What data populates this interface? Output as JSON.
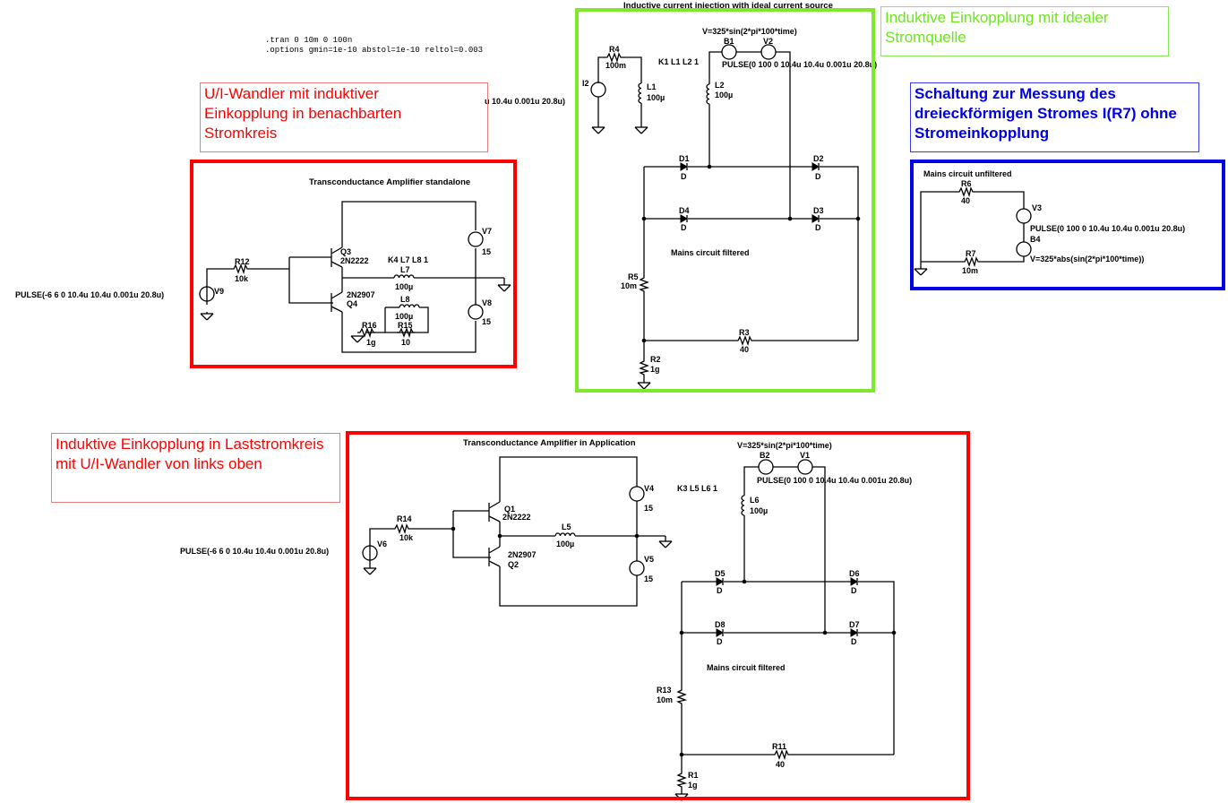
{
  "colors": {
    "red": "#ff0000",
    "green": "#7fe82a",
    "blue": "#0000e6",
    "wire": "#000000"
  },
  "directives": {
    "tran": ".tran 0 10m 0 100n",
    "options": ".options gmin=1e-10 abstol=1e-10 reltol=0.003"
  },
  "notes": {
    "red_top": "U/I-Wandler mit induktiver Einkopplung in benachbarten Stromkreis",
    "green": "Induktive Einkopplung mit idealer Stromquelle",
    "blue": "Schaltung zur Messung des dreieckförmigen Stromes I(R7) ohne Stromeinkopplung",
    "red_bottom": "Induktive Einkopplung in Laststromkreis mit U/I-Wandler von links oben"
  },
  "circuit_standalone": {
    "title": "Transconductance Amplifier standalone",
    "coupling": "K4 L7 L8 1",
    "source_v9": "PULSE(-6 6 0 10.4u 10.4u 0.001u 20.8u)",
    "V9": "V9",
    "R12": "R12",
    "R12_val": "10k",
    "Q3": "Q3",
    "Q3_type": "2N2222",
    "Q4": "Q4",
    "Q4_type": "2N2907",
    "L7": "L7",
    "L7_val": "100µ",
    "L8": "L8",
    "L8_val": "100µ",
    "R16": "R16",
    "R16_val": "1g",
    "R15": "R15",
    "R15_val": "10",
    "V7": "V7",
    "V7_val": "15",
    "V8": "V8",
    "V8_val": "15"
  },
  "circuit_ideal": {
    "title": "Inductive current injection with ideal current source",
    "src_b1": "V=325*sin(2*pi*100*time)",
    "coupling": "K1 L1 L2 1",
    "src_v2": "PULSE(0 100 0 10.4u 10.4u 0.001u 20.8u)",
    "src_i2_clip": "u 10.4u 0.001u 20.8u)",
    "R4": "R4",
    "R4_val": "100m",
    "I2": "I2",
    "L1": "L1",
    "L1_val": "100µ",
    "L2": "L2",
    "L2_val": "100µ",
    "B1": "B1",
    "V2": "V2",
    "D1": "D1",
    "D2": "D2",
    "D3": "D3",
    "D4": "D4",
    "D_type": "D",
    "caption": "Mains circuit filtered",
    "R5": "R5",
    "R5_val": "10m",
    "R3": "R3",
    "R3_val": "40",
    "R2": "R2",
    "R2_val": "1g"
  },
  "circuit_unfiltered": {
    "caption": "Mains circuit unfiltered",
    "R6": "R6",
    "R6_val": "40",
    "V3": "V3",
    "src_v3": "PULSE(0 100 0 10.4u 10.4u 0.001u 20.8u)",
    "B4": "B4",
    "src_b4": "V=325*abs(sin(2*pi*100*time))",
    "R7": "R7",
    "R7_val": "10m"
  },
  "circuit_application": {
    "title": "Transconductance Amplifier in Application",
    "src_b2": "V=325*sin(2*pi*100*time)",
    "coupling": "K3 L5 L6 1",
    "src_v1": "PULSE(0 100 0 10.4u 10.4u 0.001u 20.8u)",
    "source_v6": "PULSE(-6 6 0 10.4u 10.4u 0.001u 20.8u)",
    "V6": "V6",
    "R14": "R14",
    "R14_val": "10k",
    "Q1": "Q1",
    "Q1_type": "2N2222",
    "Q2": "Q2",
    "Q2_type": "2N2907",
    "L5": "L5",
    "L5_val": "100µ",
    "V4": "V4",
    "V4_val": "15",
    "V5": "V5",
    "V5_val": "15",
    "B2": "B2",
    "V1": "V1",
    "L6": "L6",
    "L6_val": "100µ",
    "D5": "D5",
    "D6": "D6",
    "D7": "D7",
    "D8": "D8",
    "D_type": "D",
    "caption": "Mains circuit filtered",
    "R13": "R13",
    "R13_val": "10m",
    "R11": "R11",
    "R11_val": "40",
    "R1": "R1",
    "R1_val": "1g"
  }
}
